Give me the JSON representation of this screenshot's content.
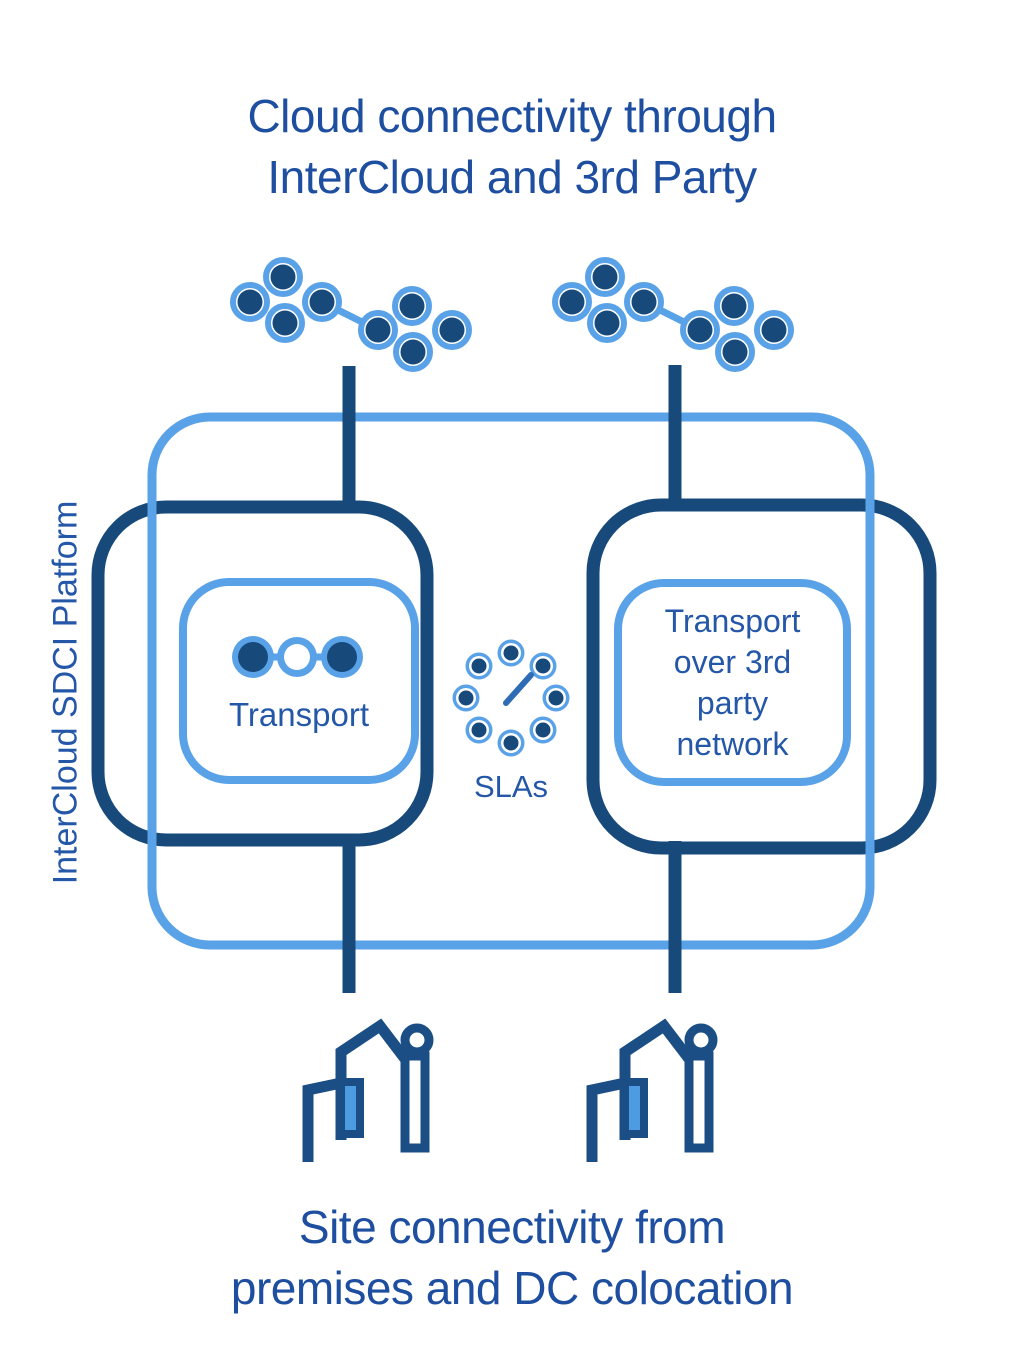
{
  "title": {
    "line1": "Cloud connectivity through",
    "line2": "InterCloud and 3rd Party"
  },
  "platform": {
    "label": "InterCloud SDCI Platform",
    "left_inner": {
      "label": "Transport",
      "icon": "node-link-icon"
    },
    "sla": {
      "label": "SLAs",
      "icon": "clock-dots-icon"
    },
    "right_inner": {
      "lines": [
        "Transport",
        "over 3rd",
        "party",
        "network"
      ]
    }
  },
  "clouds": {
    "left_icon": "cloud-cluster-icon",
    "right_icon": "cloud-cluster-icon"
  },
  "sites": {
    "left_icon": "building-lamp-icon",
    "right_icon": "building-lamp-icon"
  },
  "footer": {
    "line1": "Site connectivity from",
    "line2": "premises and DC colocation"
  },
  "colors": {
    "dark_navy": "#17497B",
    "light_blue": "#5AA2E8",
    "building_navy": "#1B4E85",
    "text_title": "#1E4EA0",
    "text_label": "#2457A8",
    "window_fill": "#4D9BE0",
    "clock_hand": "#2E6CB5"
  }
}
